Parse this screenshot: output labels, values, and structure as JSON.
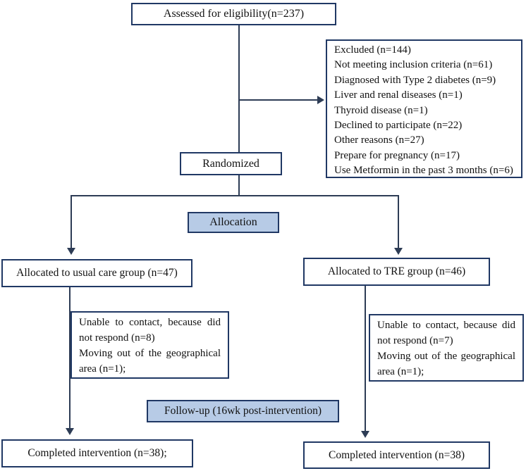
{
  "figure": {
    "type": "consort-flow-diagram",
    "colors": {
      "box_border": "#203864",
      "shaded_fill": "#b7cbe6",
      "connector": "#2d3c55",
      "background": "#ffffff",
      "text": "#111111"
    },
    "boxes": {
      "assessed": {
        "label": "Assessed for eligibility(n=237)"
      },
      "excluded": {
        "lines": [
          "Excluded (n=144)",
          "Not meeting inclusion criteria (n=61)",
          "Diagnosed with Type 2 diabetes (n=9)",
          "Liver and renal diseases (n=1)",
          "Thyroid disease (n=1)",
          "Declined to participate (n=22)",
          "Other reasons (n=27)",
          "Prepare for pregnancy (n=17)",
          "Use Metformin in the past 3 months (n=6)"
        ]
      },
      "randomized": {
        "label": "Randomized"
      },
      "allocation": {
        "label": "Allocation"
      },
      "alloc_usual": {
        "label": "Allocated to usual care group (n=47)"
      },
      "alloc_tre": {
        "label": "Allocated to TRE group (n=46)"
      },
      "dropout_usual": {
        "lines": [
          "Unable to contact, because did not respond (n=8)",
          "Moving out of the geographical area (n=1);"
        ]
      },
      "dropout_tre": {
        "lines": [
          "Unable to contact, because did not respond (n=7)",
          "Moving out of the geographical area (n=1);"
        ]
      },
      "followup": {
        "label": "Follow-up (16wk post-intervention)"
      },
      "completed_usual": {
        "label": "Completed intervention (n=38);"
      },
      "completed_tre": {
        "label": "Completed intervention (n=38)"
      }
    }
  }
}
